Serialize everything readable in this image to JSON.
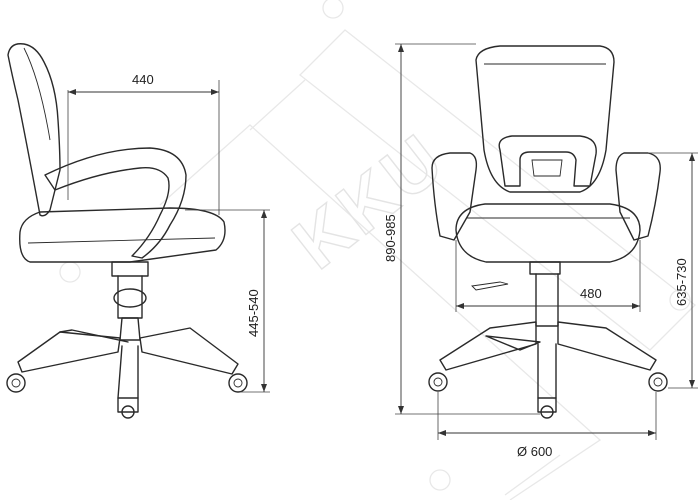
{
  "watermark": {
    "text": "KKU"
  },
  "dimensions": {
    "side_depth": "440",
    "seat_height": "445-540",
    "overall_height": "890-985",
    "seat_width": "480",
    "armrest_height": "635-730",
    "base_diameter": "Ø 600"
  }
}
